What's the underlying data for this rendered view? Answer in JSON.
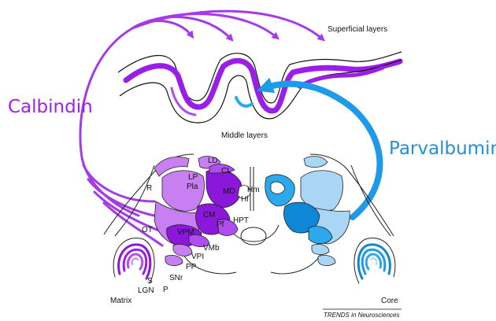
{
  "labels": {
    "superficial": "Superficial layers",
    "middle": "Middle layers",
    "calbindin": "Calbindin",
    "parvalbumin": "Parvalbumin",
    "matrix": "Matrix",
    "core": "Core",
    "credit": "TRENDS in Neurosciences"
  },
  "nuclei": {
    "LD": "LD",
    "CL": "CL",
    "LP": "LP",
    "Pla": "Pla",
    "MD": "MD",
    "Hm": "Hm",
    "Hl": "Hl",
    "R": "R",
    "CM": "CM",
    "Pf": "Pf",
    "HPT": "HPT",
    "OT": "OT",
    "VPM": "VPM",
    "VMb": "VMb",
    "VPI": "VPI",
    "PP": "PP",
    "S": "S",
    "SNr": "SNr",
    "LGN": "LGN",
    "P": "P"
  },
  "colors": {
    "calbindin_light": "#c77ff2",
    "calbindin_mid": "#b04df0",
    "calbindin_dark": "#8a17d9",
    "calbindin_text": "#a020f0",
    "parvalbumin_light": "#a9d6f5",
    "parvalbumin_mid": "#2ca8ec",
    "parvalbumin_dark": "#0f86d6",
    "parvalbumin_text": "#1f8fe0"
  }
}
